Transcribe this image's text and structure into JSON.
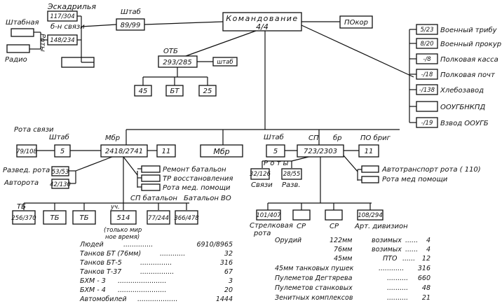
{
  "top": {
    "command": "Командование",
    "command_ratio": "4/4",
    "shtab_label": "Штаб",
    "shtab_ratio": "89/99",
    "podkor": "ПОкор"
  },
  "squadron": {
    "title": "Эскадрилья",
    "b_svyazi": "б-н связи",
    "r1": "117/304",
    "r2": "148/234",
    "shtabnaya": "Штабная",
    "roty": "Роты",
    "radio": "Радио"
  },
  "otb": {
    "label": "ОТБ",
    "ratio": "293/285",
    "shtab": "штаб",
    "children": [
      "45",
      "БТ",
      "25"
    ]
  },
  "right_units": [
    {
      "num": "5/23",
      "label": "Военный трибу"
    },
    {
      "num": "8/20",
      "label": "Военный прокур"
    },
    {
      "num": "-/8",
      "label": "Полковая касса"
    },
    {
      "num": "-/18",
      "label": "Полковая почт"
    },
    {
      "num": "-/138",
      "label": "Хлебозавод"
    },
    {
      "num": "",
      "label": "ООУГБНКПД"
    },
    {
      "num": "-/19",
      "label": "Взвод ООУГБ"
    }
  ],
  "mbr": {
    "rota_svyazi": "Рота связи",
    "rota_svyazi_ratio": "79/108",
    "shtab": "Штаб",
    "shtab_num": "5",
    "label": "Мбр",
    "ratio": "2418/2741",
    "eleven": "11",
    "mbr_box": "Мбр",
    "razved": "Развед. рота",
    "razved_ratio": "53/53",
    "avtorota": "Авторота",
    "avtorota_ratio": "42/130",
    "services": [
      "Ремонт батальон",
      "ТР восстановления",
      "Рота мед. помощи"
    ],
    "sp_batalon": "СП батальон",
    "batalon_bo": "Батальон ВО",
    "tb_label": "ТБ",
    "tb_ratio": "256/370",
    "tb2": "ТБ",
    "tb3": "ТБ",
    "uch": "уч.",
    "uch_num": "514",
    "note": "(только мир ное время)",
    "r_77": "77/244",
    "r_366": "366/478"
  },
  "spbr": {
    "shtab": "Штаб",
    "shtab_num": "5",
    "sp_label": "СП",
    "br": "бр",
    "ratio": "723/2303",
    "pobrig": "ПО бриг",
    "eleven": "11",
    "roty": "Р о т ы",
    "svyazi_ratio": "32/126",
    "svyazi": "Связи",
    "razv_ratio": "28/55",
    "razv": "Разв.",
    "services": [
      "Автотранспорт рота ( 110)",
      "Рота мед помощи"
    ],
    "strelk_ratio": "101/407",
    "strelk": "Стрелковая рота",
    "sr1": "СР",
    "sr2": "СР",
    "art_ratio": "108/294",
    "art": "Арт. дивизион"
  },
  "stats_left": [
    {
      "label": "Людей",
      "value": "6910/8965"
    },
    {
      "label": "Танков БТ (76мм)",
      "value": "32"
    },
    {
      "label": "Танков БТ-5",
      "value": "316"
    },
    {
      "label": "Танков Т-37",
      "value": "67"
    },
    {
      "label": "БХМ - 3",
      "value": "3"
    },
    {
      "label": "БХМ - 4",
      "value": "20"
    },
    {
      "label": "Автомобилей",
      "value": "1444"
    }
  ],
  "stats_right": [
    {
      "label": "Орудий",
      "sub": "122мм",
      "kind": "возимых",
      "value": "4"
    },
    {
      "label": "",
      "sub": "76мм",
      "kind": "возимых",
      "value": "4"
    },
    {
      "label": "",
      "sub": "45мм",
      "kind": "ПТО",
      "value": "12"
    },
    {
      "label": "45мм танковых пушек",
      "sub": "",
      "kind": "",
      "value": "316"
    },
    {
      "label": "Пулеметов Дегтярева",
      "sub": "",
      "kind": "",
      "value": "660"
    },
    {
      "label": "Пулеметов станковых",
      "sub": "",
      "kind": "",
      "value": "48"
    },
    {
      "label": "Зенитных комплексов",
      "sub": "",
      "kind": "",
      "value": "21"
    }
  ]
}
